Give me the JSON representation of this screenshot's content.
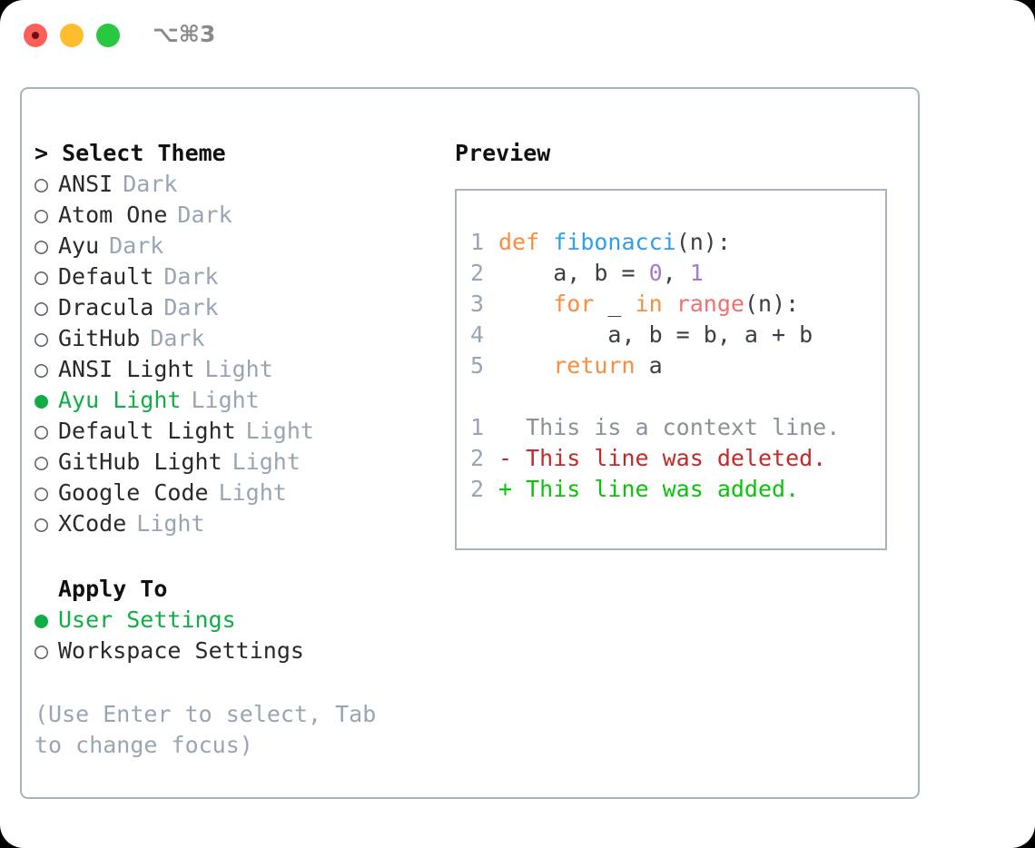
{
  "window": {
    "shortcut_label": "⌥⌘3",
    "traffic_lights": [
      {
        "name": "close",
        "color": "#fc6058"
      },
      {
        "name": "minimize",
        "color": "#fdbd2e"
      },
      {
        "name": "maximize",
        "color": "#28c840"
      }
    ]
  },
  "theme_picker": {
    "heading": "> Select Theme",
    "marker_selected": "●",
    "marker_unselected": "○",
    "selected_color": "#10ad45",
    "tag_color": "#9aa5b4",
    "options": [
      {
        "label": "ANSI",
        "tag": "Dark",
        "selected": false
      },
      {
        "label": "Atom One",
        "tag": "Dark",
        "selected": false
      },
      {
        "label": "Ayu",
        "tag": "Dark",
        "selected": false
      },
      {
        "label": "Default",
        "tag": "Dark",
        "selected": false
      },
      {
        "label": "Dracula",
        "tag": "Dark",
        "selected": false
      },
      {
        "label": "GitHub",
        "tag": "Dark",
        "selected": false
      },
      {
        "label": "ANSI Light",
        "tag": "Light",
        "selected": false
      },
      {
        "label": "Ayu Light",
        "tag": "Light",
        "selected": true
      },
      {
        "label": "Default Light",
        "tag": "Light",
        "selected": false
      },
      {
        "label": "GitHub Light",
        "tag": "Light",
        "selected": false
      },
      {
        "label": "Google Code",
        "tag": "Light",
        "selected": false
      },
      {
        "label": "XCode",
        "tag": "Light",
        "selected": false
      }
    ]
  },
  "apply_to": {
    "heading": "Apply To",
    "options": [
      {
        "label": "User Settings",
        "selected": true
      },
      {
        "label": "Workspace Settings",
        "selected": false
      }
    ]
  },
  "hint": "(Use Enter to select, Tab to change focus)",
  "preview": {
    "title": "Preview",
    "code_lines": [
      {
        "number": "1",
        "tokens": [
          {
            "text": "def ",
            "type": "kw"
          },
          {
            "text": "fibonacci",
            "type": "fn"
          },
          {
            "text": "(n):",
            "type": "plain"
          }
        ]
      },
      {
        "number": "2",
        "tokens": [
          {
            "text": "    a, b = ",
            "type": "plain"
          },
          {
            "text": "0",
            "type": "num"
          },
          {
            "text": ", ",
            "type": "plain"
          },
          {
            "text": "1",
            "type": "num"
          }
        ]
      },
      {
        "number": "3",
        "tokens": [
          {
            "text": "    ",
            "type": "plain"
          },
          {
            "text": "for",
            "type": "kw"
          },
          {
            "text": " _ ",
            "type": "plain"
          },
          {
            "text": "in",
            "type": "kw"
          },
          {
            "text": " ",
            "type": "plain"
          },
          {
            "text": "range",
            "type": "builtin"
          },
          {
            "text": "(n):",
            "type": "plain"
          }
        ]
      },
      {
        "number": "4",
        "tokens": [
          {
            "text": "        a, b = b, a + b",
            "type": "plain"
          }
        ]
      },
      {
        "number": "5",
        "tokens": [
          {
            "text": "    ",
            "type": "plain"
          },
          {
            "text": "return",
            "type": "kw"
          },
          {
            "text": " a",
            "type": "plain"
          }
        ]
      }
    ],
    "diff_lines": [
      {
        "number": "1",
        "sign": " ",
        "text": "This is a context line.",
        "kind": "context"
      },
      {
        "number": "2",
        "sign": "-",
        "text": "This line was deleted.",
        "kind": "deleted"
      },
      {
        "number": "2",
        "sign": "+",
        "text": "This line was added.",
        "kind": "added"
      }
    ]
  }
}
